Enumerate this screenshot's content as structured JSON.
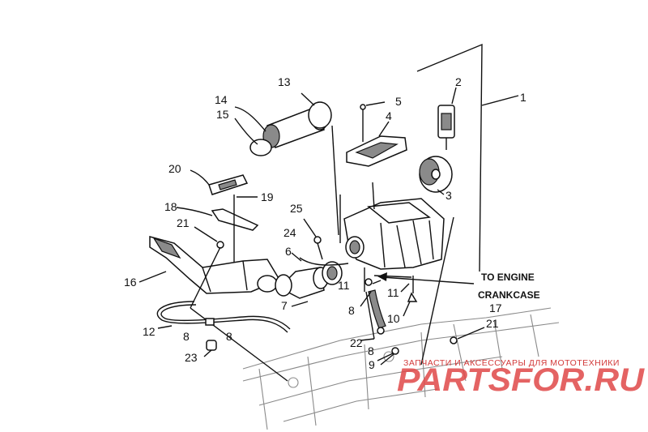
{
  "diagram": {
    "callouts": [
      "1",
      "2",
      "3",
      "4",
      "5",
      "6",
      "7",
      "8",
      "9",
      "10",
      "11",
      "12",
      "13",
      "14",
      "15",
      "16",
      "17",
      "18",
      "19",
      "20",
      "21",
      "22",
      "23",
      "24",
      "25"
    ],
    "repeat_callouts": {
      "8": [
        "8",
        "8",
        "8",
        "8"
      ],
      "11": [
        "11",
        "11"
      ],
      "21": [
        "21",
        "21"
      ]
    },
    "note_line1": "TO ENGINE",
    "note_line2": "CRANKCASE"
  },
  "watermark": {
    "tagline": "ЗАПЧАСТИ И АКСЕССУАРЫ ДЛЯ МОТОТЕХНИКИ",
    "brand": "PARTSFOR.RU",
    "color": "#e04848"
  }
}
